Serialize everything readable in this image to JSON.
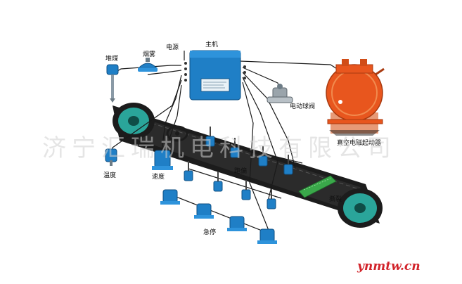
{
  "diagram": {
    "labels": {
      "main_unit": "主机",
      "power": "电源",
      "coal_pile": "堆煤",
      "smoke": "烟雾",
      "ball_valve": "电动球阀",
      "starter": "真空电磁起动器",
      "temperature": "温度",
      "speed": "速度",
      "deviation": "跑偏",
      "tear": "撕裂",
      "emergency_stop": "急停"
    },
    "watermark": "济宁汇瑞机电科技有限公司",
    "site": "ynmtw.cn"
  },
  "colors": {
    "device_blue": "#1f7fc6",
    "starter_orange": "#e8561e",
    "belt_dark": "#1c1c1c",
    "pulley_teal": "#2aa59a",
    "tear_green": "#3aa84a",
    "site_red": "#d2232a"
  }
}
